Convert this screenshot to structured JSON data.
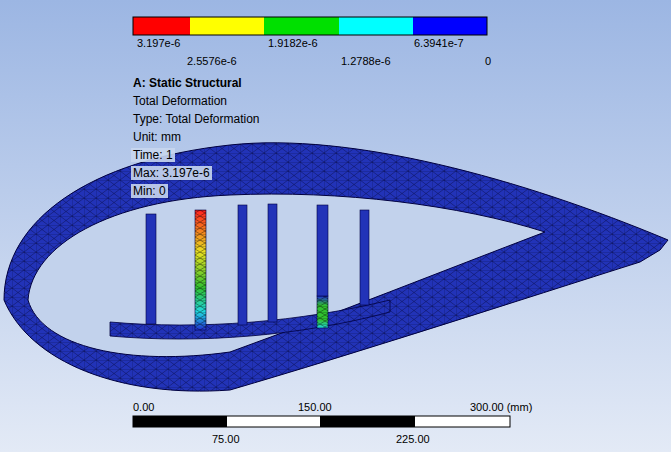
{
  "diagram": {
    "labels": [
      "3.197e-6",
      "2.5576e-6",
      "1.9182e-6",
      "1.2788e-6",
      "6.3941e-7",
      "0",
      "A: Static Structural",
      "Total Deformation",
      "Type: Total Deformation",
      "Unit: mm",
      "Time: 1",
      "Max: 3.197e-6",
      "Min: 0",
      "0.00",
      "150.00",
      "300.00 (mm)",
      "75.00",
      "225.00"
    ]
  }
}
